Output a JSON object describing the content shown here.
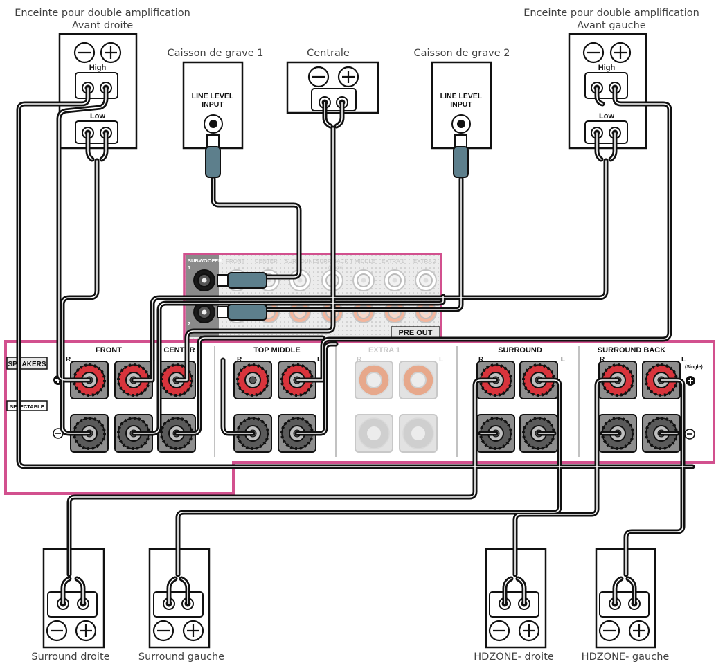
{
  "speakers_top": {
    "front_right": {
      "line1": "Enceinte pour double amplification",
      "line2": "Avant droite"
    },
    "front_left": {
      "line1": "Enceinte pour double amplification",
      "line2": "Avant gauche"
    },
    "sub1": "Caisson de grave 1",
    "center": "Centrale",
    "sub2": "Caisson de grave 2",
    "high": "High",
    "low": "Low",
    "line_level_1": "LINE LEVEL",
    "line_level_2": "INPUT"
  },
  "speakers_bottom": {
    "surround_right": "Surround droite",
    "surround_left": "Surround gauche",
    "hdzone_right": "HDZONE- droite",
    "hdzone_left": "HDZONE- gauche"
  },
  "preout": {
    "title": "PRE OUT",
    "subwoofer": "SUBWOOFER",
    "n1": "1",
    "n2": "2",
    "front": "FRONT",
    "center": "CENTER",
    "surround": "SURROUND",
    "surround_back": "SURR BACK",
    "single": "(Single)",
    "top_middle": "T MIDDLE",
    "extra1": "EXTRA 1",
    "extra2": "EXTRA 2"
  },
  "panel": {
    "speakers": "SPEAKERS",
    "selectable": "SELECTABLE",
    "front": "FRONT",
    "center": "CENTER",
    "top_middle": "TOP MIDDLE",
    "extra1": "EXTRA 1",
    "surround": "SURROUND",
    "surround_back": "SURROUND BACK",
    "r": "R",
    "l": "L",
    "single": "(Single)"
  },
  "colors": {
    "panel_border": "#d2508e",
    "terminal_red": "#d8343c",
    "terminal_gray": "#5a5a5a",
    "cable": "#111111",
    "rca_plug": "#5d7f8c"
  }
}
